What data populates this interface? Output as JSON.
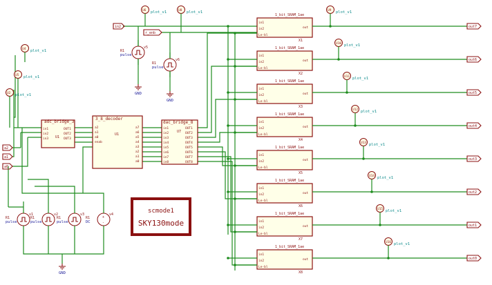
{
  "inputs": {
    "in1": "in2",
    "rst": "r_enb",
    "a2": "a2",
    "a1": "a1",
    "a0": "a0"
  },
  "cells": [
    {
      "ref": "X1",
      "name": "1_bit_SRAM_1ae",
      "out": "out7"
    },
    {
      "ref": "X2",
      "name": "1_bit_SRAM_1ae",
      "out": "out6"
    },
    {
      "ref": "X3",
      "name": "1_bit_SRAM_1ae",
      "out": "out5"
    },
    {
      "ref": "X4",
      "name": "1_bit_SRAM_1ae",
      "out": "out4"
    },
    {
      "ref": "X5",
      "name": "1_bit_SRAM_1ae",
      "out": "out3"
    },
    {
      "ref": "X6",
      "name": "1_bit_SRAM_1ae",
      "out": "out2"
    },
    {
      "ref": "X7",
      "name": "1_bit_SRAM_1ae",
      "out": "out1"
    },
    {
      "ref": "X8",
      "name": "1_bit_SRAM_1ae",
      "out": "out0"
    }
  ],
  "cell_pins": {
    "in1": "in1",
    "in2": "in2",
    "en": "Le-bl",
    "out": "out"
  },
  "probe_label": "plot_v1",
  "probes_right": [
    "U9",
    "U10",
    "U11",
    "U12",
    "U13",
    "U14",
    "U15",
    "U16"
  ],
  "probes_top": [
    "U6",
    "U8"
  ],
  "probes_left": [
    "U4",
    "U5",
    "U2"
  ],
  "adc": {
    "name": "adc_bridge_3",
    "ref": "U1",
    "in": [
      "in1",
      "in2",
      "in3"
    ],
    "out": [
      "OUT1",
      "OUT2",
      "OUT3"
    ]
  },
  "decoder": {
    "name": "3_8_decoder",
    "ref": "U1",
    "in": [
      "a2",
      "a1",
      "a0",
      "enab"
    ],
    "out": [
      "a7",
      "a6",
      "a5",
      "a4",
      "a3",
      "a2",
      "a1",
      "a0"
    ]
  },
  "dac": {
    "name": "dac_bridge_8",
    "ref": "U7",
    "in": [
      "in1",
      "in2",
      "in3",
      "in4",
      "in5",
      "in6",
      "in7",
      "in8"
    ],
    "out": [
      "OUT1",
      "OUT2",
      "OUT3",
      "OUT4",
      "OUT5",
      "OUT6",
      "OUT7",
      "OUT8"
    ]
  },
  "sources": [
    {
      "ref": "v5",
      "kind": "pulse"
    },
    {
      "ref": "v6",
      "kind": "pulse"
    },
    {
      "ref": "v1",
      "kind": "pulse"
    },
    {
      "ref": "v2",
      "kind": "pulse"
    },
    {
      "ref": "v3",
      "kind": "pulse"
    },
    {
      "ref": "v4",
      "kind": "dc"
    }
  ],
  "source_meta": {
    "r": "R1",
    "pulse": "pulse",
    "dc": "DC"
  },
  "gnd": "GND",
  "model_box": {
    "line1": "scmode1",
    "line2": "SKY130mode"
  }
}
